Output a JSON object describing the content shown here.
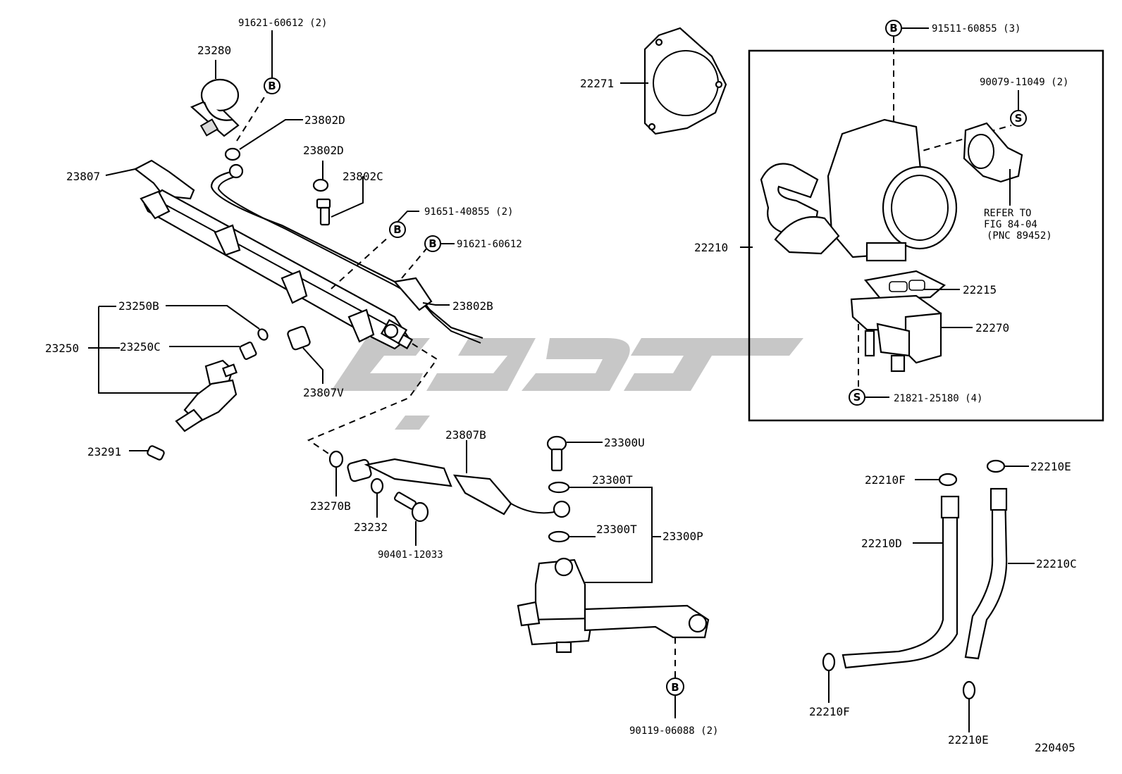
{
  "diagram_id": "220405",
  "watermark_text": "ﮔﻮﭘﺎرت",
  "callouts": {
    "p_23280": "23280",
    "p_91621_60612_top": "91621-60612 (2)",
    "p_23802D_a": "23802D",
    "p_23802D_b": "23802D",
    "p_23802C": "23802C",
    "p_23807": "23807",
    "p_91651_40855": "91651-40855 (2)",
    "p_91621_60612_mid": "91621-60612",
    "p_23802B": "23802B",
    "p_23250B": "23250B",
    "p_23250C": "23250C",
    "p_23250": "23250",
    "p_23807V": "23807V",
    "p_23291": "23291",
    "p_23807B": "23807B",
    "p_23300U": "23300U",
    "p_23300T_a": "23300T",
    "p_23300T_b": "23300T",
    "p_23300P": "23300P",
    "p_23270B": "23270B",
    "p_23232": "23232",
    "p_90401_12033": "90401-12033",
    "p_90119_06088": "90119-06088 (2)",
    "p_22271": "22271",
    "p_91511_60855": "91511-60855 (3)",
    "p_90079_11049": "90079-11049 (2)",
    "refer_line1": "REFER TO",
    "refer_line2": "FIG 84-04",
    "refer_line3": "(PNC 89452)",
    "p_22210": "22210",
    "p_22215": "22215",
    "p_22270": "22270",
    "p_21821_25180": "21821-25180 (4)",
    "p_22210F_a": "22210F",
    "p_22210E_a": "22210E",
    "p_22210D": "22210D",
    "p_22210C": "22210C",
    "p_22210F_b": "22210F",
    "p_22210E_b": "22210E"
  },
  "markers": {
    "bolt_b": "B",
    "stud_s": "S"
  }
}
